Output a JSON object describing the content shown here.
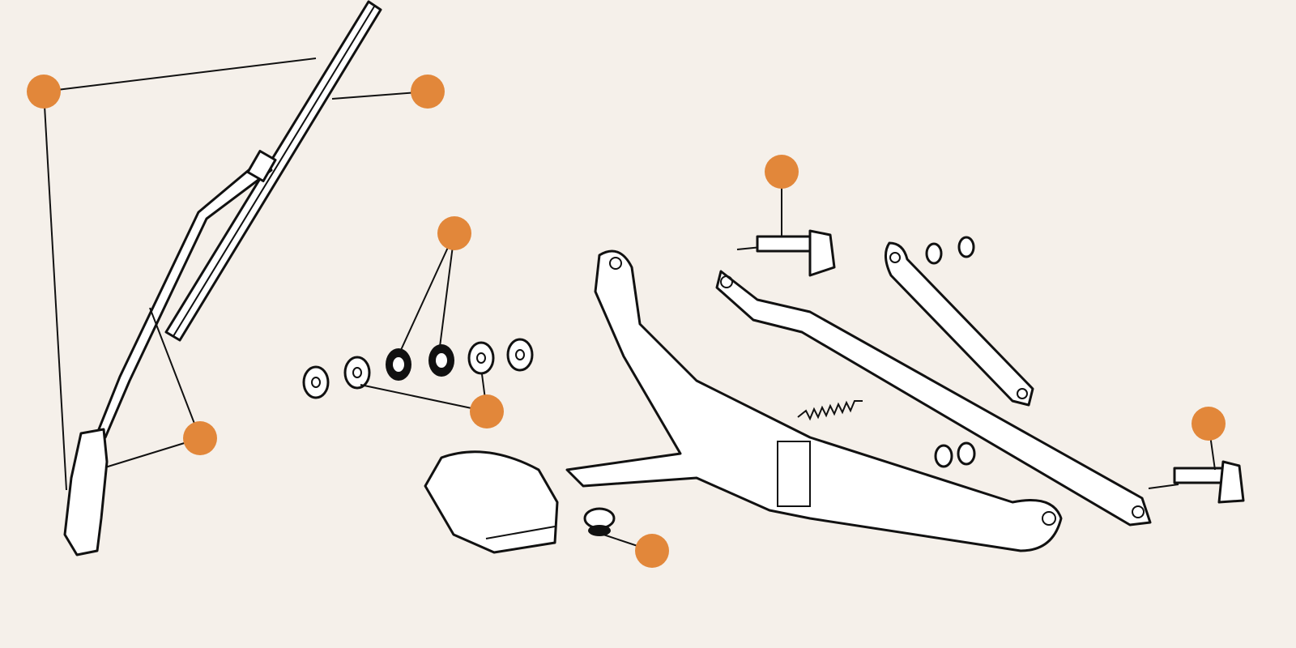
{
  "colors": {
    "background": "#f5f0ea",
    "hotspot": "#e2873a",
    "line": "#111111"
  },
  "hotspots": [
    {
      "name": "hotspot-wiper-arm-and-blade"
    },
    {
      "name": "hotspot-wiper-blade"
    },
    {
      "name": "hotspot-spindle-top"
    },
    {
      "name": "hotspot-grommets"
    },
    {
      "name": "hotspot-washers"
    },
    {
      "name": "hotspot-wiper-arm"
    },
    {
      "name": "hotspot-spindle-right"
    },
    {
      "name": "hotspot-motor-grommet"
    }
  ]
}
